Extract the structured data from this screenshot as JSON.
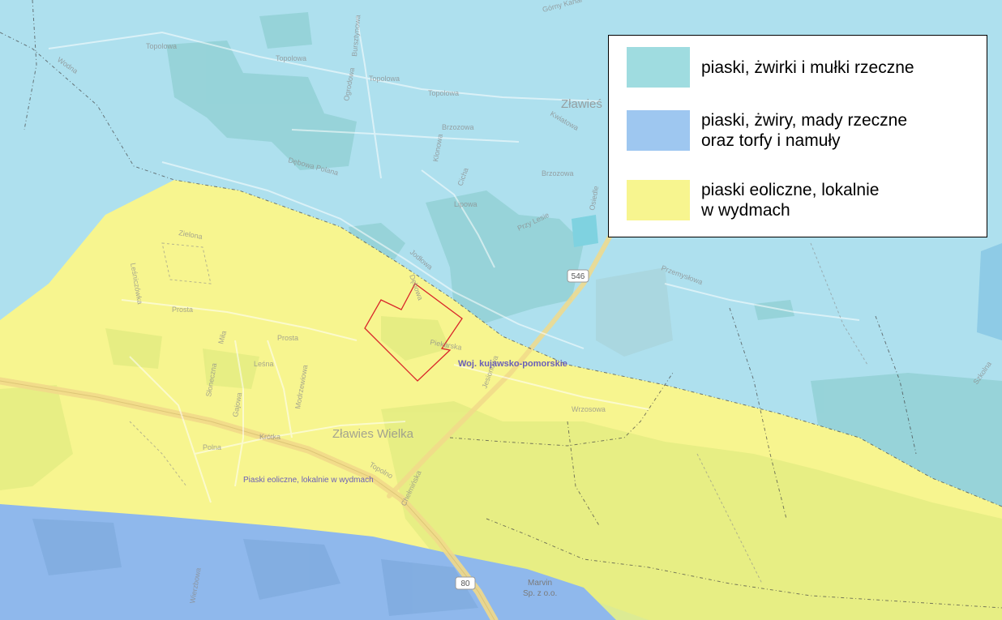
{
  "map": {
    "region_label": "Woj. kujawsko-pomorskie",
    "zone_label": "Piaski eoliczne, lokalnie w wydmach",
    "place_zlawies_wielka": "Zławies Wielka",
    "place_zlawies_small": "Zławieś",
    "road_546": "546",
    "road_80": "80",
    "company": "Marvin\nSp. z o.o.",
    "streets": {
      "topolowa": "Topolowa",
      "gorny_kanal": "Górny Kanał",
      "prosta": "Prosta",
      "lesna": "Leśna",
      "debowa": "Dębowa",
      "brzozowa": "Brzozowa",
      "lipowa": "Lipowa",
      "przy_lesie": "Przy Lesie",
      "polna": "Polna",
      "krotka": "Krótka",
      "zielona": "Zielona",
      "lesniczowka": "Leśniczówka",
      "wrzosowa": "Wrzosowa",
      "przemyslowa": "Przemysłowa",
      "szkolna": "Szkolna",
      "jodlowa": "Jodłowa",
      "kwiatowa": "Kwiatowa",
      "osiedle": "Osiedle",
      "gajowa": "Gajowa",
      "debowa_polana": "Dębowa Polana",
      "bursztynowa": "Bursztynowa",
      "klonowa": "Klonowa",
      "sloneczna": "Słoneczna",
      "mila": "Miła",
      "cicha": "Cicha",
      "piekarska": "Piekarska",
      "jesionowa": "Jesionowa",
      "chelminska": "Chełmińska",
      "modrzewiowa": "Modrzewiowa",
      "topolno": "Topolno",
      "wodna": "Wodna",
      "wierzbowa": "Wierzbowa",
      "ogrodowa": "Ogrodowa"
    }
  },
  "legend": {
    "items": [
      {
        "label": "piaski, żwirki i mułki rzeczne",
        "color": "#9fdce0"
      },
      {
        "label": "piaski, żwiry, mady rzeczne\noraz torfy i namuły",
        "color": "#9ec7f0"
      },
      {
        "label": "piaski eoliczne, lokalnie\nw wydmach",
        "color": "#f7f58f"
      }
    ]
  },
  "colors": {
    "light_blue_zone": "#aee0ee",
    "blue_zone": "#8fb8ec",
    "yellow_zone": "#f7f58f",
    "teal_zone": "#9cd8da",
    "parcel_outline": "#d9262a",
    "region_label": "#6a5fb8"
  }
}
